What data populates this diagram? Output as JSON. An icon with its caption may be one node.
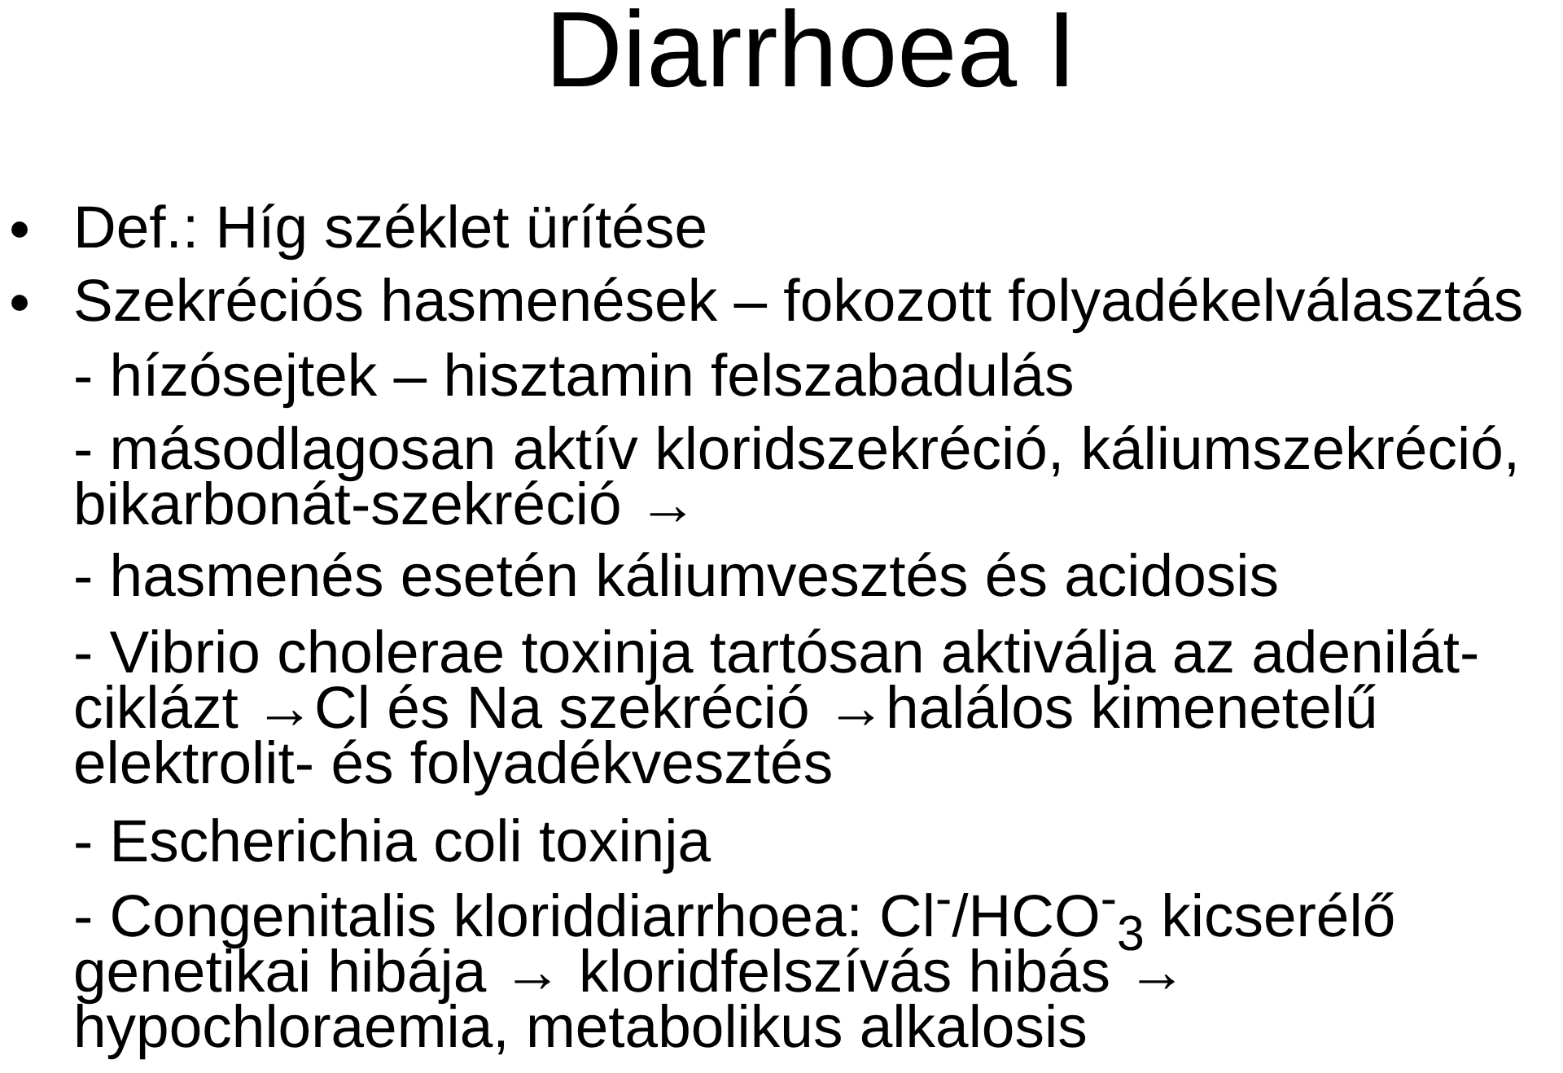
{
  "diagram": {
    "title": "Diarrhoea I",
    "labels": [
      "Def.: Híg széklet ürítése",
      "Szekréciós hasmenések – fokozott folyadékelválasztás",
      "- hízósejtek – hisztamin felszabadulás",
      "- másodlagosan aktív kloridszekréció, káliumszekréció, bikarbonát-szekréció →",
      "- hasmenés esetén káliumvesztés és acidosis",
      "- Vibrio cholerae toxinja tartósan aktiválja az adenilát- ciklázt →Cl és Na szekréció →halálos kimenetelű elektrolit- és folyadékvesztés",
      "- Escherichia coli toxinja",
      "- Congenitalis kloriddiarrhoea: Cl$^{-}$/HCO$^{-}$$_{3}$ kicserélő genetikai hibája → kloridfelszívás hibás → hypochloraemia, metabolikus alkalosis"
    ]
  }
}
